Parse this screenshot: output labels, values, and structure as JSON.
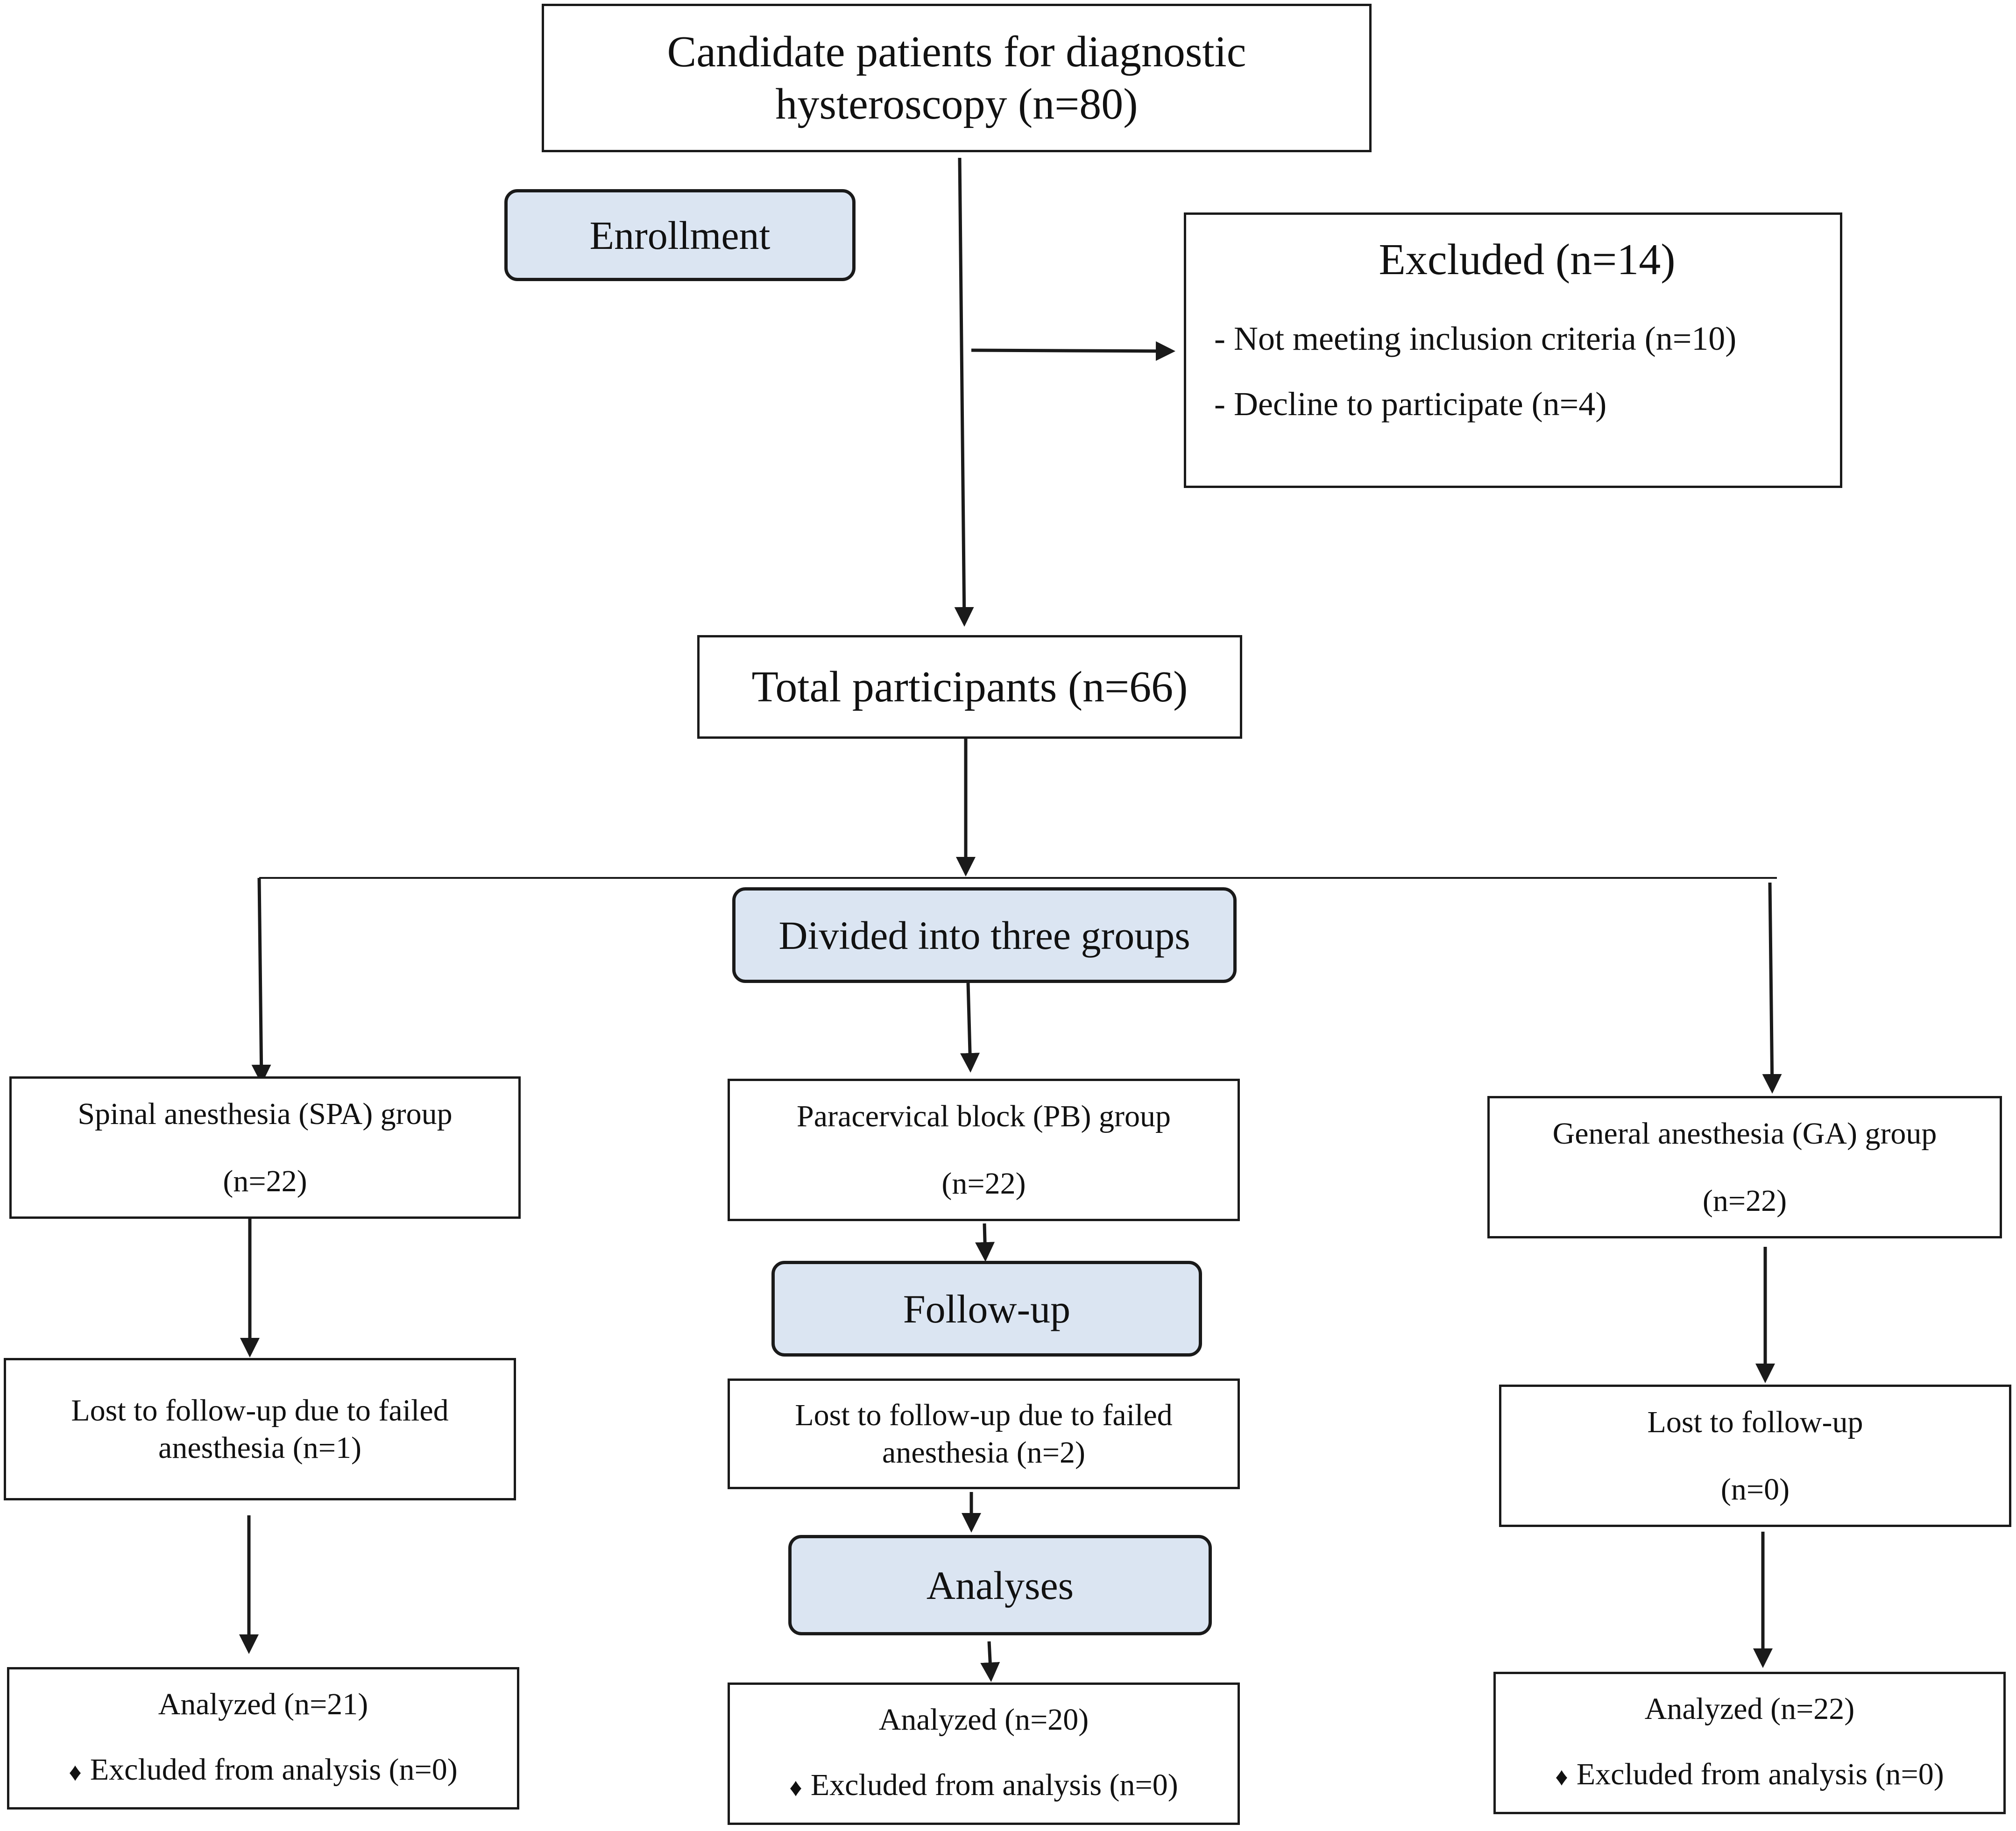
{
  "nodes": {
    "candidates": {
      "line1": "Candidate patients for diagnostic",
      "line2": "hysteroscopy (n=80)"
    },
    "enrollment": {
      "label": "Enrollment"
    },
    "excluded": {
      "title": "Excluded (n=14)",
      "items": [
        "- Not meeting inclusion criteria (n=10)",
        "- Decline to participate (n=4)"
      ]
    },
    "total": {
      "label": "Total participants (n=66)"
    },
    "divided": {
      "label": "Divided into three groups"
    },
    "followup": {
      "label": "Follow-up"
    },
    "analyses": {
      "label": "Analyses"
    }
  },
  "groups": {
    "spa": {
      "name": "Spinal anesthesia (SPA) group",
      "count": "(n=22)",
      "lost_line1": "Lost to follow-up due to failed",
      "lost_line2": "anesthesia (n=1)",
      "analyzed": "Analyzed (n=21)",
      "excluded": "Excluded from analysis (n=0)"
    },
    "pb": {
      "name": "Paracervical block (PB) group",
      "count": "(n=22)",
      "lost_line1": "Lost to follow-up due to failed",
      "lost_line2": "anesthesia (n=2)",
      "analyzed": "Analyzed (n=20)",
      "excluded": "Excluded from analysis (n=0)"
    },
    "ga": {
      "name": "General anesthesia (GA) group",
      "count": "(n=22)",
      "lost_line1": "Lost to follow-up",
      "lost_line2": "(n=0)",
      "analyzed": "Analyzed (n=22)",
      "excluded": "Excluded from analysis (n=0)"
    }
  },
  "bullet_glyph": "♦",
  "colors": {
    "stage_fill": "#dbe5f2",
    "line": "#1a1a1a"
  }
}
